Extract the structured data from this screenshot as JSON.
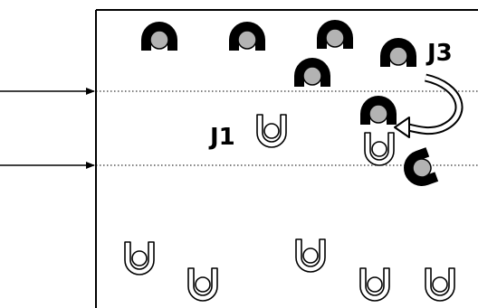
{
  "labels": {
    "j1": "J1",
    "j3": "J3"
  },
  "colors": {
    "black": "#000000",
    "gray": "#b3b3b3",
    "white": "#ffffff"
  },
  "elements": {
    "dark_horseshoes": 7,
    "open_horseshoes": 7,
    "input_arrows": 2,
    "dotted_lines": 2
  }
}
